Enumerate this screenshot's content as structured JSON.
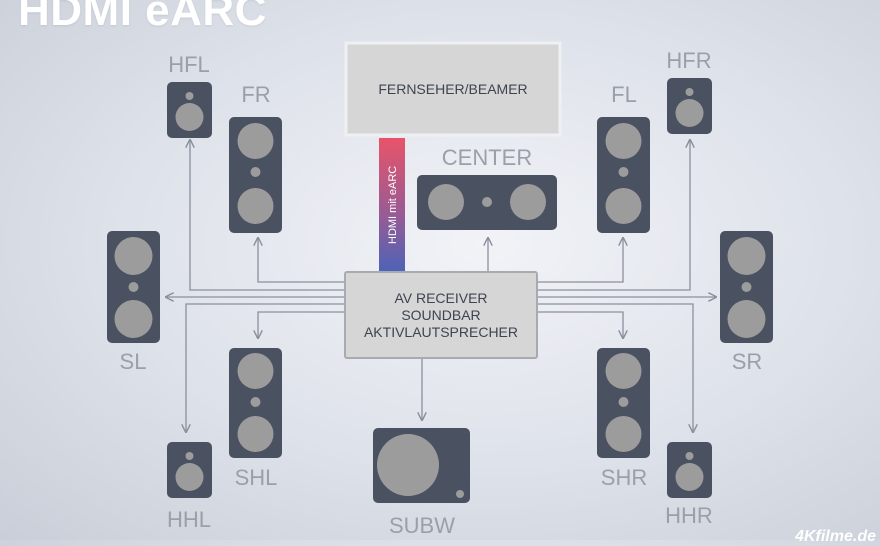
{
  "title": "HDMI eARC",
  "tv_label": "FERNSEHER/BEAMER",
  "receiver_lines": [
    "AV RECEIVER",
    "SOUNDBAR",
    "AKTIVLAUTSPRECHER"
  ],
  "hdmi_label": "HDMI mit eARC",
  "speakers": {
    "hfl": "HFL",
    "fr": "FR",
    "fl": "FL",
    "hfr": "HFR",
    "center": "CENTER",
    "sl": "SL",
    "sr": "SR",
    "shl": "SHL",
    "shr": "SHR",
    "hhl": "HHL",
    "hhr": "HHR",
    "subw": "SUBW"
  },
  "logo": "4Kfilme.de",
  "colors": {
    "speaker_body": "#4a5160",
    "driver": "#9c9c9c",
    "label": "#9aa0aa",
    "line": "#8a909c",
    "box_fill": "#d6d6d6",
    "box_stroke": "#a7aab0",
    "hdmi_top": "#e8546a",
    "hdmi_bottom": "#4d63b8"
  }
}
